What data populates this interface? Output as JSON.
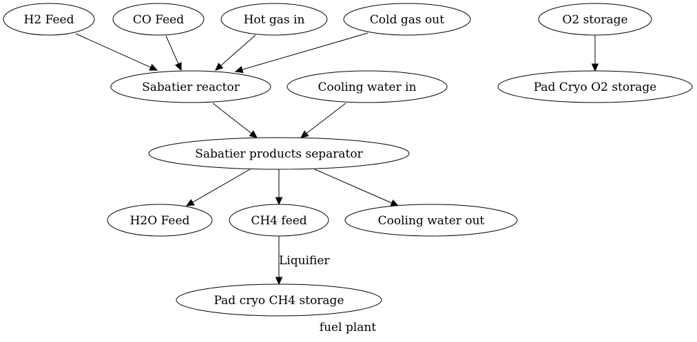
{
  "graph": {
    "label": "fuel plant"
  },
  "nodes": [
    {
      "id": "h2_feed",
      "label": "H2 Feed"
    },
    {
      "id": "co_feed",
      "label": "CO Feed"
    },
    {
      "id": "hot_gas_in",
      "label": "Hot gas in"
    },
    {
      "id": "cold_gas_out",
      "label": "Cold gas out"
    },
    {
      "id": "o2_storage",
      "label": "O2 storage"
    },
    {
      "id": "sabatier_reactor",
      "label": "Sabatier reactor"
    },
    {
      "id": "cooling_water_in",
      "label": "Cooling water in"
    },
    {
      "id": "pad_cryo_o2_storage",
      "label": "Pad Cryo O2 storage"
    },
    {
      "id": "sabatier_products_separator",
      "label": "Sabatier products separator"
    },
    {
      "id": "h2o_feed",
      "label": "H2O Feed"
    },
    {
      "id": "ch4_feed",
      "label": "CH4 feed"
    },
    {
      "id": "cooling_water_out",
      "label": "Cooling water out"
    },
    {
      "id": "pad_cryo_ch4_storage",
      "label": "Pad cryo CH4 storage"
    }
  ],
  "edges": [
    {
      "from": "h2_feed",
      "to": "sabatier_reactor",
      "label": ""
    },
    {
      "from": "co_feed",
      "to": "sabatier_reactor",
      "label": ""
    },
    {
      "from": "hot_gas_in",
      "to": "sabatier_reactor",
      "label": ""
    },
    {
      "from": "cold_gas_out",
      "to": "sabatier_reactor",
      "label": ""
    },
    {
      "from": "o2_storage",
      "to": "pad_cryo_o2_storage",
      "label": ""
    },
    {
      "from": "sabatier_reactor",
      "to": "sabatier_products_separator",
      "label": ""
    },
    {
      "from": "cooling_water_in",
      "to": "sabatier_products_separator",
      "label": ""
    },
    {
      "from": "sabatier_products_separator",
      "to": "h2o_feed",
      "label": ""
    },
    {
      "from": "sabatier_products_separator",
      "to": "ch4_feed",
      "label": ""
    },
    {
      "from": "sabatier_products_separator",
      "to": "cooling_water_out",
      "label": ""
    },
    {
      "from": "ch4_feed",
      "to": "pad_cryo_ch4_storage",
      "label": "Liquifier"
    }
  ]
}
